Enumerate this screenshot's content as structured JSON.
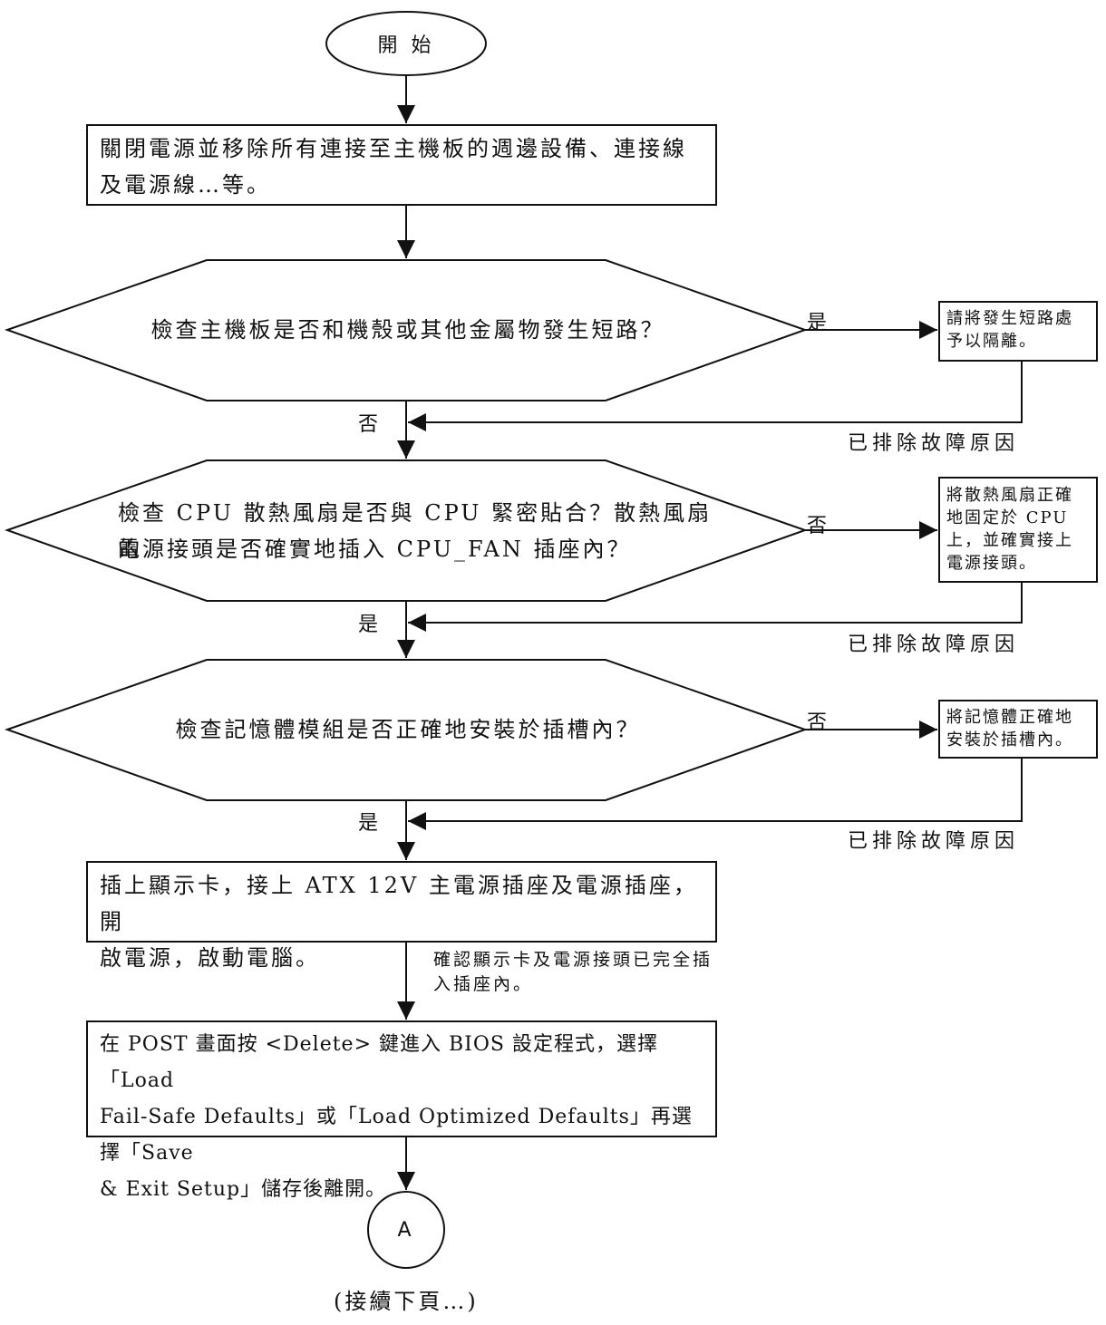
{
  "start": "開 始",
  "step1": "關閉電源並移除所有連接至主機板的週邊設備、連接線及電源線…等。",
  "decision1": {
    "question": "檢查主機板是否和機殼或其他金屬物發生短路？",
    "yes_label": "是",
    "no_label": "否",
    "fix": "請將發生短路處予以隔離。",
    "resolved": "已排除故障原因"
  },
  "decision2": {
    "question_line1": "檢查 CPU 散熱風扇是否與 CPU 緊密貼合？散熱風扇的",
    "question_line2": "電源接頭是否確實地插入 CPU_FAN 插座內？",
    "no_label": "否",
    "yes_label": "是",
    "fix": "將散熱風扇正確地固定於 CPU 上，並確實接上電源接頭。",
    "resolved": "已排除故障原因"
  },
  "decision3": {
    "question": "檢查記憶體模組是否正確地安裝於插槽內？",
    "no_label": "否",
    "yes_label": "是",
    "fix": "將記憶體正確地安裝於插槽內。",
    "resolved": "已排除故障原因"
  },
  "step2": {
    "line1": "插上顯示卡，接上 ATX 12V 主電源插座及電源插座，開",
    "line2": "啟電源，啟動電腦。"
  },
  "note": "確認顯示卡及電源接頭已完全插入插座內。",
  "step3": {
    "line1": "在 POST 畫面按 <Delete> 鍵進入 BIOS 設定程式，選擇「Load",
    "line2": "Fail-Safe Defaults」或「Load Optimized Defaults」再選擇「Save",
    "line3": "& Exit Setup」儲存後離開。"
  },
  "connector": "A",
  "continued": "(接續下頁…)"
}
